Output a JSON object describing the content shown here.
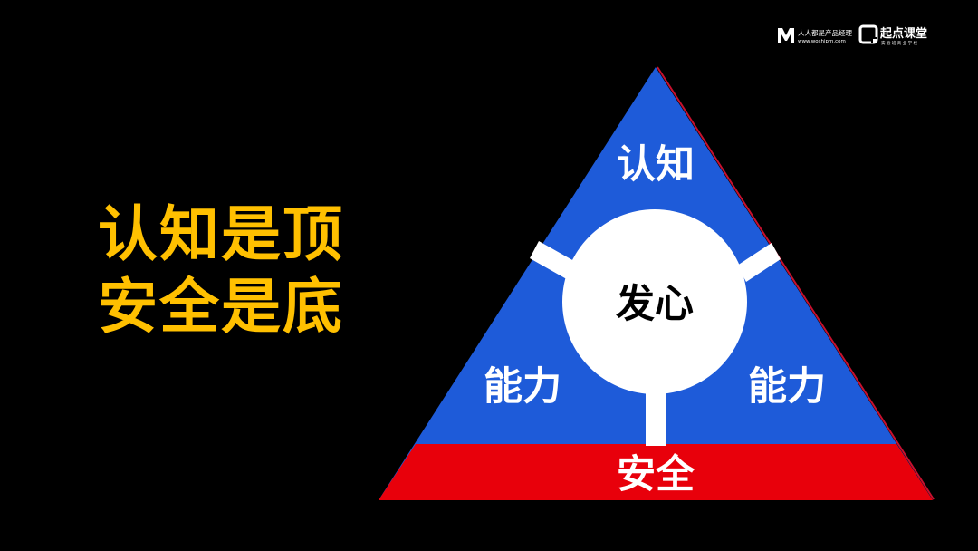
{
  "headline": {
    "line1": "认知是顶",
    "line2": "安全是底",
    "color": "#FFC000"
  },
  "logos": {
    "renren_name": "人人都是产品经理",
    "renren_url": "www.woshipm.com",
    "qidian_name": "起点课堂",
    "qidian_tagline": "实 验 班 商 业 学 校"
  },
  "diagram": {
    "top_label": "认知",
    "center_label": "发心",
    "left_label": "能力",
    "right_label": "能力",
    "base_label": "安全",
    "colors": {
      "triangle": "#1E5BD9",
      "base": "#E8000B",
      "circle": "#FFFFFF",
      "center_text": "#000000",
      "label_text": "#FFFFFF"
    }
  }
}
